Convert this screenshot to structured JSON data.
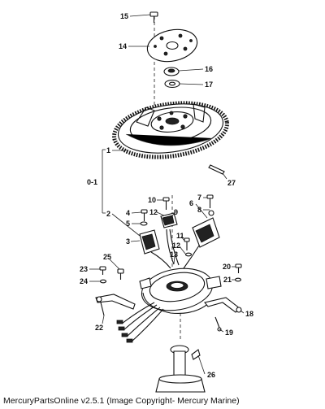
{
  "copyright": "MercuryPartsOnline v2.5.1 (Image Copyright- Mercury Marine)",
  "callouts": {
    "c15": "15",
    "c14": "14",
    "c16": "16",
    "c17": "17",
    "c1": "1",
    "c01": "0-1",
    "c27": "27",
    "c2": "2",
    "c4": "4",
    "c5": "5",
    "c3": "3",
    "c10": "10",
    "c12a": "12",
    "c9": "9",
    "c7": "7",
    "c6": "6",
    "c8": "8",
    "c11": "11",
    "c12b": "12",
    "c13": "13",
    "c25": "25",
    "c23": "23",
    "c24": "24",
    "c20": "20",
    "c21": "21",
    "c18": "18",
    "c22": "22",
    "c19": "19",
    "c26": "26"
  }
}
